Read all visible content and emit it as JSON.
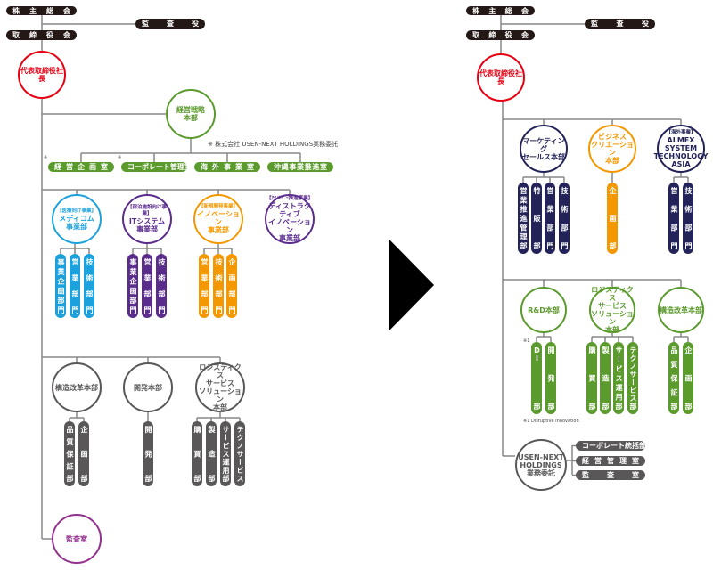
{
  "colors": {
    "black": "#231815",
    "red": "#e60012",
    "green": "#5b9a2c",
    "blue": "#1ca1dc",
    "purple": "#5a2c8c",
    "violet": "#93318e",
    "orange": "#f39800",
    "gray": "#595757",
    "navy": "#232359",
    "line": "#888888",
    "arrow": "#000000"
  },
  "before": {
    "shareholders": "株主総会",
    "board": "取締役会",
    "auditor": "監査役",
    "president": "代表取締役社長",
    "strategy": "経営戦略\n本部",
    "note": "※ 株式会社 USEN-NEXT HOLDINGS業務委託",
    "note_mark": "※",
    "offices": [
      "経営企画室",
      "コーポレート管理室",
      "海外事業室",
      "沖縄事業推進室"
    ],
    "units": [
      {
        "tag": "【医療向け事業】",
        "name": "メディコム\n事業部",
        "depts": [
          "事業企画部門",
          "営業部門",
          "技術部門"
        ]
      },
      {
        "tag": "【宿泊施設向け事業】",
        "name": "ITシステム\n事業部",
        "depts": [
          "事業企画部門",
          "営業部門",
          "技術部門"
        ]
      },
      {
        "tag": "【新規開発事業】",
        "name": "イノベーション\n事業部",
        "depts": [
          "営業部門",
          "技術部門",
          "企画部門"
        ]
      },
      {
        "tag": "【ｱｸﾉﾛｼﾞｰ推進事業】",
        "name": "ディストラクティブ\nイノベーション\n事業部",
        "depts": []
      }
    ],
    "bottom": [
      {
        "name": "構造改革本部",
        "depts": [
          "品質保証部",
          "企画部"
        ]
      },
      {
        "name": "開発本部",
        "depts": [
          "開発部"
        ]
      },
      {
        "name": "ロジスティクス\nサービス\nソリューション\n本部",
        "depts": [
          "購買部",
          "製造部",
          "サービス運用部",
          "テクノサービス部"
        ]
      }
    ],
    "audit_office": "監査室"
  },
  "after": {
    "shareholders": "株主総会",
    "board": "取締役会",
    "auditor": "監査役",
    "president": "代表取締役社長",
    "units": [
      {
        "tag": "",
        "name": "マーケティング\nセールス本部",
        "depts": [
          "営業推進管理部",
          "特販部",
          "営業部門",
          "技術部門"
        ]
      },
      {
        "tag": "",
        "name": "ビジネス\nクリエーション\n本部",
        "depts": [
          "企画部"
        ]
      },
      {
        "tag": "【海外事業】",
        "name": "ALMEX SYSTEM\nTECHNOLOGY\nASIA",
        "depts": [
          "営業部門",
          "技術部門"
        ]
      }
    ],
    "units2": [
      {
        "name": "R&D本部",
        "depts": [
          "DI部",
          "開発部"
        ]
      },
      {
        "name": "ロジスティクス\nサービス\nソリューション\n本部",
        "depts": [
          "購買部",
          "製造部",
          "サービス運用部",
          "テクノサービス部"
        ]
      },
      {
        "name": "構造改革本部",
        "depts": [
          "品質保証部",
          "企画部"
        ]
      }
    ],
    "footnote_mark": "※1",
    "footnote": "※1 Disruptive Innovation",
    "holdings": "USEN-NEXT\nHOLDINGS\n業務委託",
    "holdings_depts": [
      "コーポレート統括部",
      "経営管理室",
      "監査室"
    ]
  }
}
